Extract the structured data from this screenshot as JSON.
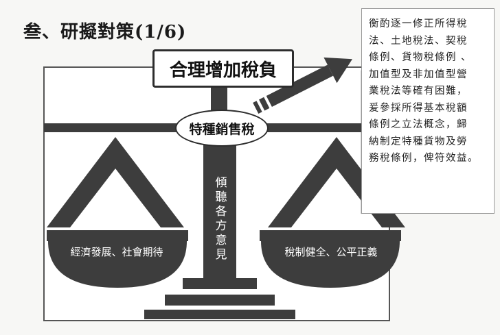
{
  "title": "叁、研擬對策(1/6)",
  "main_label": "合理增加稅負",
  "center_label": "特種銷售稅",
  "pillar_label": "傾聽各方意見",
  "left_pan_label": "經濟發展、社會期待",
  "right_pan_label": "稅制健全、公平正義",
  "note_lines": [
    "衡酌逐一修正所得稅",
    "法、土地稅法、契稅",
    "條例、貨物稅條例 、",
    "加值型及非加值型營",
    "業稅法等確有困難，",
    "爰參採所得基本稅額",
    "條例之立法概念，歸",
    "納制定特種貨物及勞",
    "務稅條例，俾符效益。"
  ],
  "colors": {
    "scale": "#3d3d3d",
    "frame": "#555555",
    "note_fold": "#d8d8d8"
  }
}
